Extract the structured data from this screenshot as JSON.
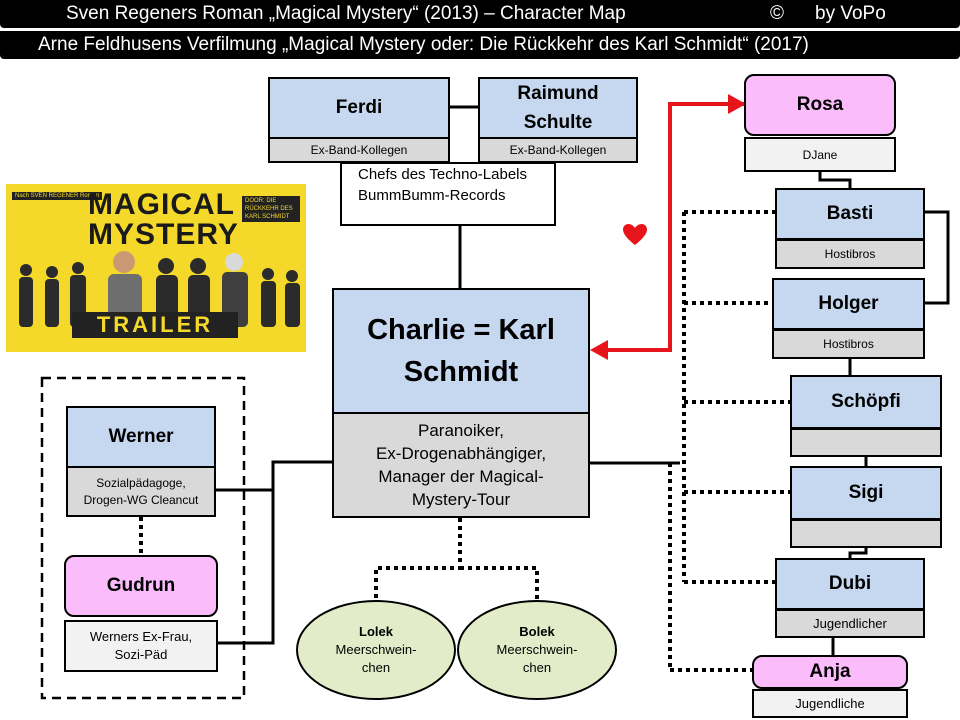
{
  "header": {
    "line1_left": "Sven Regeners Roman „Magical Mystery“ (2013)  – Character Map",
    "line1_copyright": "©",
    "line1_author": "by VoPo",
    "line2": "Arne Feldhusens Verfilmung „Magical Mystery oder: Die Rückkehr des Karl Schmidt“ (2017)"
  },
  "poster": {
    "title_line1": "MAGICAL",
    "title_line2": "MYSTERY",
    "trailer": "TRAILER",
    "top_left_tag": "Nach SVEN REGENER Roman",
    "top_right_tag": "DOOR: DIE RÜCKKEHR DES KARL SCHMIDT"
  },
  "nodes": {
    "ferdi": {
      "name": "Ferdi",
      "role": "Ex-Band-Kollegen"
    },
    "raimund": {
      "name_line1": "Raimund",
      "name_line2": "Schulte",
      "role": "Ex-Band-Kollegen"
    },
    "label_box": {
      "line1": "Chefs des Techno-Labels",
      "line2": "BummBumm-Records"
    },
    "charlie": {
      "name_line1": "Charlie = Karl",
      "name_line2": "Schmidt",
      "desc_line1": "Paranoiker,",
      "desc_line2": "Ex-Drogenabhängiger,",
      "desc_line3": "Manager der Magical-",
      "desc_line4": "Mystery-Tour"
    },
    "werner": {
      "name": "Werner",
      "role_line1": "Sozialpädagoge,",
      "role_line2": "Drogen-WG Cleancut"
    },
    "gudrun": {
      "name": "Gudrun",
      "role_line1": "Werners Ex-Frau,",
      "role_line2": "Sozi-Päd"
    },
    "lolek": {
      "name": "Lolek",
      "desc_line1": "Meerschwein-",
      "desc_line2": "chen"
    },
    "bolek": {
      "name": "Bolek",
      "desc_line1": "Meerschwein-",
      "desc_line2": "chen"
    },
    "rosa": {
      "name": "Rosa",
      "role": "DJane"
    },
    "basti": {
      "name": "Basti",
      "role": "Hostibros"
    },
    "holger": {
      "name": "Holger",
      "role": "Hostibros"
    },
    "schoepfi": {
      "name": "Schöpfi",
      "role": ""
    },
    "sigi": {
      "name": "Sigi",
      "role": ""
    },
    "dubi": {
      "name": "Dubi",
      "role": "Jugendlicher"
    },
    "anja": {
      "name": "Anja",
      "role": "Jugendliche"
    }
  },
  "colors": {
    "blue_fill": "#c5d8f0",
    "pink_fill": "#fbbcfb",
    "gray_fill": "#d9d9d9",
    "oval_fill": "#e2ecc8",
    "love_arrow": "#e8141c",
    "poster_yellow": "#f4d82a"
  },
  "icons": {
    "heart": "heart-icon"
  }
}
